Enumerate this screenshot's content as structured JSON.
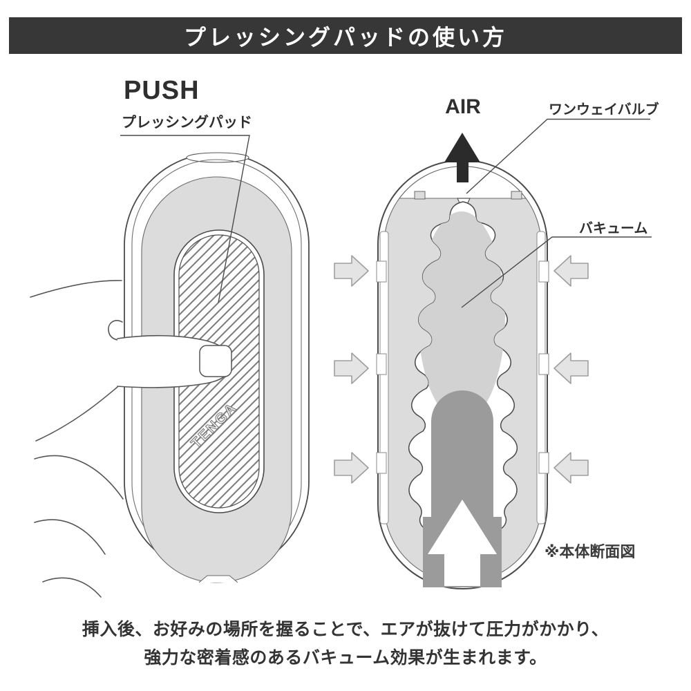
{
  "title_bar": {
    "text": "プレッシングパッドの使い方"
  },
  "left_figure": {
    "push_label": "PUSH",
    "pad_label": "プレッシングパッド",
    "device_logo": "TENGA"
  },
  "right_figure": {
    "air_label": "AIR",
    "valve_label": "ワンウェイバルブ",
    "vacuum_label": "バキューム",
    "section_note": "※本体断面図"
  },
  "footer": {
    "line1": "挿入後、お好みの場所を握ることで、エアが抜けて圧力がかかり、",
    "line2": "強力な密着感のあるバキューム効果が生まれます。"
  },
  "colors": {
    "title_bar_bg": "#373737",
    "title_text": "#ffffff",
    "outline": "#4a4a4a",
    "body_gray": "#dcdcdc",
    "vacuum_gray": "#d2d2d2",
    "silhouette_gray": "#9b9b9b",
    "arrow_fill": "#e4e4e4",
    "arrow_stroke": "#9e9e9e",
    "air_arrow": "#2b2b2b",
    "text_dark": "#2f2f2f"
  }
}
